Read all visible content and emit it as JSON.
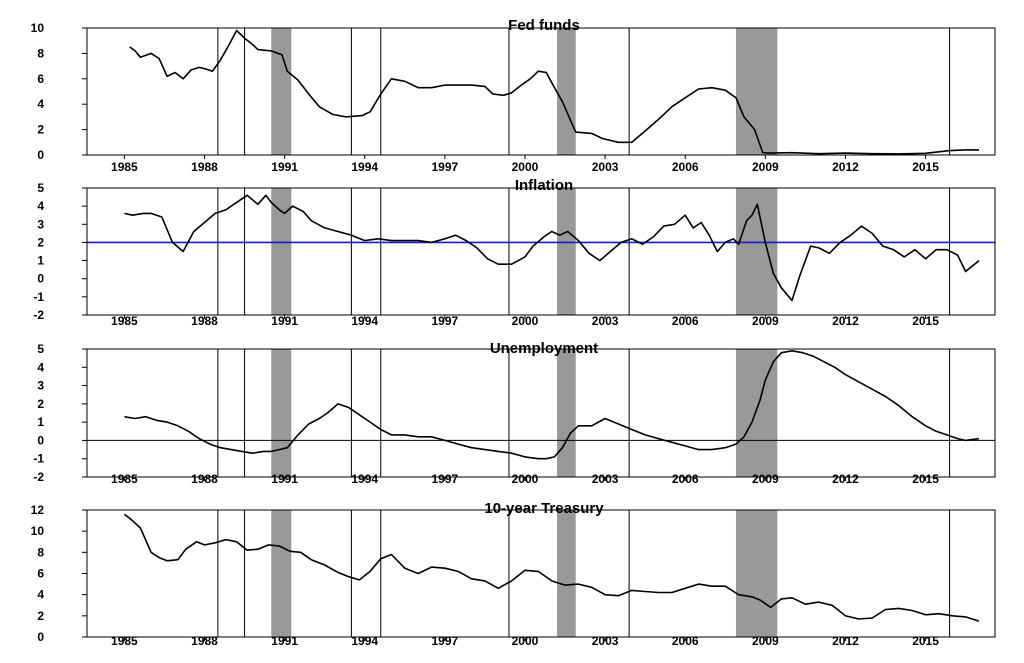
{
  "chart_data": [
    {
      "type": "line",
      "title": "Fed funds",
      "ylim": [
        0,
        10
      ],
      "yticks": [
        0,
        2,
        4,
        6,
        8,
        10
      ],
      "xlim": [
        1983.6,
        2017.6
      ],
      "xtick_labels": [
        "1985",
        "1988",
        "1991",
        "1994",
        "1997",
        "2000",
        "2003",
        "2006",
        "2009",
        "2012",
        "2015"
      ],
      "recessions": [
        [
          1990.5,
          1991.25
        ],
        [
          2001.2,
          2001.9
        ],
        [
          2007.9,
          2009.45
        ]
      ],
      "vlines": [
        1988.5,
        1989.5,
        1993.5,
        1994.6,
        1999.4,
        2003.9,
        2015.9
      ],
      "series": [
        {
          "color": "#000000",
          "x": [
            1985.2,
            1985.4,
            1985.6,
            1986.0,
            1986.3,
            1986.6,
            1986.9,
            1987.2,
            1987.5,
            1987.8,
            1988.0,
            1988.3,
            1988.6,
            1988.9,
            1989.2,
            1989.5,
            1989.8,
            1990.0,
            1990.5,
            1990.9,
            1991.1,
            1991.5,
            1991.9,
            1992.3,
            1992.8,
            1993.3,
            1993.9,
            1994.2,
            1994.6,
            1995.0,
            1995.5,
            1996.0,
            1996.5,
            1997.0,
            1997.5,
            1998.0,
            1998.5,
            1998.8,
            1999.2,
            1999.5,
            1999.8,
            2000.2,
            2000.5,
            2000.8,
            2001.0,
            2001.4,
            2001.9,
            2002.5,
            2002.9,
            2003.5,
            2004.0,
            2004.5,
            2005.0,
            2005.5,
            2006.0,
            2006.5,
            2007.0,
            2007.5,
            2007.9,
            2008.2,
            2008.6,
            2008.9,
            2009.1,
            2010.0,
            2011.0,
            2012.0,
            2013.0,
            2014.0,
            2015.0,
            2015.9,
            2016.5,
            2017.0
          ],
          "y": [
            8.5,
            8.2,
            7.7,
            8.0,
            7.6,
            6.2,
            6.5,
            6.0,
            6.7,
            6.9,
            6.8,
            6.6,
            7.5,
            8.6,
            9.8,
            9.2,
            8.7,
            8.3,
            8.2,
            7.9,
            6.6,
            5.9,
            4.8,
            3.8,
            3.2,
            3.0,
            3.1,
            3.4,
            4.8,
            6.0,
            5.8,
            5.3,
            5.3,
            5.5,
            5.5,
            5.5,
            5.4,
            4.8,
            4.7,
            4.9,
            5.4,
            6.0,
            6.6,
            6.5,
            5.7,
            4.2,
            1.8,
            1.7,
            1.3,
            1.0,
            1.0,
            1.9,
            2.8,
            3.8,
            4.5,
            5.2,
            5.3,
            5.1,
            4.5,
            3.0,
            2.0,
            0.2,
            0.15,
            0.18,
            0.1,
            0.15,
            0.1,
            0.09,
            0.13,
            0.35,
            0.4,
            0.4
          ]
        }
      ]
    },
    {
      "type": "line",
      "title": "Inflation",
      "ylim": [
        -2,
        5
      ],
      "yticks": [
        -2,
        -1,
        0,
        1,
        2,
        3,
        4,
        5
      ],
      "xlim": [
        1983.6,
        2017.6
      ],
      "xtick_labels": [
        "1985",
        "1988",
        "1991",
        "1994",
        "1997",
        "2000",
        "2003",
        "2006",
        "2009",
        "2012",
        "2015"
      ],
      "recessions": [
        [
          1990.5,
          1991.25
        ],
        [
          2001.2,
          2001.9
        ],
        [
          2007.9,
          2009.45
        ]
      ],
      "vlines": [
        1988.5,
        1989.5,
        1993.5,
        1994.6,
        1999.4,
        2003.9,
        2015.9
      ],
      "hline": {
        "y": 2,
        "color": "#1a1ad0"
      },
      "series": [
        {
          "color": "#000000",
          "x": [
            1985.0,
            1985.3,
            1985.7,
            1986.0,
            1986.4,
            1986.8,
            1987.2,
            1987.6,
            1988.0,
            1988.4,
            1988.8,
            1989.0,
            1989.3,
            1989.6,
            1990.0,
            1990.3,
            1990.5,
            1990.8,
            1991.0,
            1991.3,
            1991.7,
            1992.0,
            1992.5,
            1993.0,
            1993.5,
            1994.0,
            1994.5,
            1995.0,
            1995.5,
            1996.0,
            1996.5,
            1997.0,
            1997.4,
            1997.8,
            1998.2,
            1998.6,
            1999.0,
            1999.5,
            2000.0,
            2000.3,
            2000.7,
            2001.0,
            2001.3,
            2001.6,
            2002.0,
            2002.4,
            2002.8,
            2003.2,
            2003.6,
            2004.0,
            2004.4,
            2004.8,
            2005.2,
            2005.6,
            2006.0,
            2006.3,
            2006.6,
            2006.9,
            2007.2,
            2007.5,
            2007.8,
            2008.0,
            2008.3,
            2008.5,
            2008.7,
            2009.0,
            2009.3,
            2009.6,
            2010.0,
            2010.3,
            2010.7,
            2011.0,
            2011.4,
            2011.8,
            2012.2,
            2012.6,
            2013.0,
            2013.4,
            2013.8,
            2014.2,
            2014.6,
            2015.0,
            2015.4,
            2015.8,
            2016.2,
            2016.5,
            2017.0
          ],
          "y": [
            3.6,
            3.5,
            3.6,
            3.6,
            3.4,
            2.0,
            1.5,
            2.6,
            3.1,
            3.6,
            3.8,
            4.0,
            4.3,
            4.6,
            4.1,
            4.6,
            4.2,
            3.8,
            3.6,
            4.0,
            3.7,
            3.2,
            2.8,
            2.6,
            2.4,
            2.1,
            2.2,
            2.1,
            2.1,
            2.1,
            2.0,
            2.2,
            2.4,
            2.1,
            1.7,
            1.1,
            0.8,
            0.8,
            1.2,
            1.8,
            2.3,
            2.6,
            2.4,
            2.6,
            2.1,
            1.4,
            1.0,
            1.5,
            2.0,
            2.2,
            1.9,
            2.3,
            2.9,
            3.0,
            3.5,
            2.8,
            3.1,
            2.4,
            1.5,
            2.0,
            2.2,
            1.9,
            3.2,
            3.5,
            4.1,
            2.0,
            0.3,
            -0.5,
            -1.2,
            0.2,
            1.8,
            1.7,
            1.4,
            2.0,
            2.4,
            2.9,
            2.5,
            1.8,
            1.6,
            1.2,
            1.6,
            1.1,
            1.6,
            1.6,
            1.3,
            0.4,
            1.0
          ]
        }
      ]
    },
    {
      "type": "line",
      "title": "Unemployment",
      "ylim": [
        -2,
        5
      ],
      "yticks": [
        -2,
        -1,
        0,
        1,
        2,
        3,
        4,
        5
      ],
      "xlim": [
        1983.6,
        2017.6
      ],
      "xtick_labels": [
        "1985",
        "1988",
        "1991",
        "1994",
        "1997",
        "2000",
        "2003",
        "2006",
        "2009",
        "2012",
        "2015"
      ],
      "recessions": [
        [
          1990.5,
          1991.25
        ],
        [
          2001.2,
          2001.9
        ],
        [
          2007.9,
          2009.45
        ]
      ],
      "vlines": [
        1988.5,
        1989.5,
        1993.5,
        1994.6,
        1999.4,
        2003.9,
        2015.9
      ],
      "hline": {
        "y": 0,
        "color": "#000000"
      },
      "series": [
        {
          "color": "#000000",
          "x": [
            1985.0,
            1985.4,
            1985.8,
            1986.2,
            1986.6,
            1987.0,
            1987.4,
            1987.8,
            1988.2,
            1988.6,
            1989.0,
            1989.4,
            1989.8,
            1990.2,
            1990.5,
            1990.8,
            1991.1,
            1991.5,
            1991.9,
            1992.3,
            1992.6,
            1993.0,
            1993.4,
            1993.8,
            1994.2,
            1994.6,
            1995.0,
            1995.5,
            1996.0,
            1996.5,
            1997.0,
            1997.5,
            1998.0,
            1998.5,
            1999.0,
            1999.5,
            2000.0,
            2000.5,
            2000.8,
            2001.1,
            2001.4,
            2001.7,
            2002.0,
            2002.5,
            2003.0,
            2003.5,
            2004.0,
            2004.5,
            2005.0,
            2005.5,
            2006.0,
            2006.5,
            2007.0,
            2007.5,
            2007.9,
            2008.2,
            2008.5,
            2008.8,
            2009.0,
            2009.3,
            2009.6,
            2010.0,
            2010.4,
            2010.8,
            2011.2,
            2011.6,
            2012.0,
            2012.5,
            2013.0,
            2013.5,
            2014.0,
            2014.5,
            2015.0,
            2015.4,
            2015.8,
            2016.2,
            2016.5,
            2017.0
          ],
          "y": [
            1.3,
            1.2,
            1.3,
            1.1,
            1.0,
            0.8,
            0.5,
            0.1,
            -0.2,
            -0.4,
            -0.5,
            -0.6,
            -0.7,
            -0.6,
            -0.6,
            -0.5,
            -0.4,
            0.3,
            0.9,
            1.2,
            1.5,
            2.0,
            1.8,
            1.4,
            1.0,
            0.6,
            0.3,
            0.3,
            0.2,
            0.2,
            0.0,
            -0.2,
            -0.4,
            -0.5,
            -0.6,
            -0.7,
            -0.9,
            -1.0,
            -1.0,
            -0.9,
            -0.4,
            0.4,
            0.8,
            0.8,
            1.2,
            0.9,
            0.6,
            0.3,
            0.1,
            -0.1,
            -0.3,
            -0.5,
            -0.5,
            -0.4,
            -0.2,
            0.2,
            1.0,
            2.2,
            3.3,
            4.3,
            4.8,
            4.9,
            4.8,
            4.6,
            4.3,
            4.0,
            3.6,
            3.2,
            2.8,
            2.4,
            1.9,
            1.3,
            0.8,
            0.5,
            0.3,
            0.1,
            0.0,
            0.1
          ]
        }
      ]
    },
    {
      "type": "line",
      "title": "10-year Treasury",
      "ylim": [
        0,
        12
      ],
      "yticks": [
        0,
        2,
        4,
        6,
        8,
        10,
        12
      ],
      "xlim": [
        1983.6,
        2017.6
      ],
      "xtick_labels": [
        "1985",
        "1988",
        "1991",
        "1994",
        "1997",
        "2000",
        "2003",
        "2006",
        "2009",
        "2012",
        "2015"
      ],
      "recessions": [
        [
          1990.5,
          1991.25
        ],
        [
          2001.2,
          2001.9
        ],
        [
          2007.9,
          2009.45
        ]
      ],
      "vlines": [
        1988.5,
        1989.5,
        1993.5,
        1994.6,
        1999.4,
        2003.9,
        2015.9
      ],
      "series": [
        {
          "color": "#000000",
          "x": [
            1985.0,
            1985.3,
            1985.6,
            1986.0,
            1986.3,
            1986.6,
            1987.0,
            1987.3,
            1987.7,
            1988.0,
            1988.4,
            1988.8,
            1989.2,
            1989.6,
            1990.0,
            1990.4,
            1990.8,
            1991.2,
            1991.6,
            1992.0,
            1992.5,
            1993.0,
            1993.4,
            1993.8,
            1994.2,
            1994.6,
            1995.0,
            1995.5,
            1996.0,
            1996.5,
            1997.0,
            1997.5,
            1998.0,
            1998.5,
            1999.0,
            1999.5,
            2000.0,
            2000.5,
            2001.0,
            2001.5,
            2002.0,
            2002.5,
            2003.0,
            2003.5,
            2004.0,
            2004.5,
            2005.0,
            2005.5,
            2006.0,
            2006.5,
            2007.0,
            2007.5,
            2008.0,
            2008.5,
            2008.8,
            2009.2,
            2009.6,
            2010.0,
            2010.5,
            2011.0,
            2011.5,
            2012.0,
            2012.5,
            2013.0,
            2013.5,
            2014.0,
            2014.5,
            2015.0,
            2015.5,
            2016.0,
            2016.5,
            2017.0
          ],
          "y": [
            11.6,
            11.0,
            10.3,
            8.0,
            7.5,
            7.2,
            7.3,
            8.3,
            9.0,
            8.7,
            8.9,
            9.2,
            9.0,
            8.2,
            8.3,
            8.7,
            8.6,
            8.1,
            8.0,
            7.3,
            6.8,
            6.1,
            5.7,
            5.4,
            6.2,
            7.4,
            7.8,
            6.5,
            6.0,
            6.6,
            6.5,
            6.2,
            5.5,
            5.3,
            4.6,
            5.3,
            6.3,
            6.2,
            5.3,
            4.9,
            5.0,
            4.7,
            4.0,
            3.9,
            4.4,
            4.3,
            4.2,
            4.2,
            4.6,
            5.0,
            4.8,
            4.8,
            4.0,
            3.8,
            3.5,
            2.8,
            3.6,
            3.7,
            3.1,
            3.3,
            3.0,
            2.0,
            1.7,
            1.8,
            2.6,
            2.7,
            2.5,
            2.1,
            2.2,
            2.0,
            1.9,
            1.5
          ]
        }
      ]
    }
  ]
}
